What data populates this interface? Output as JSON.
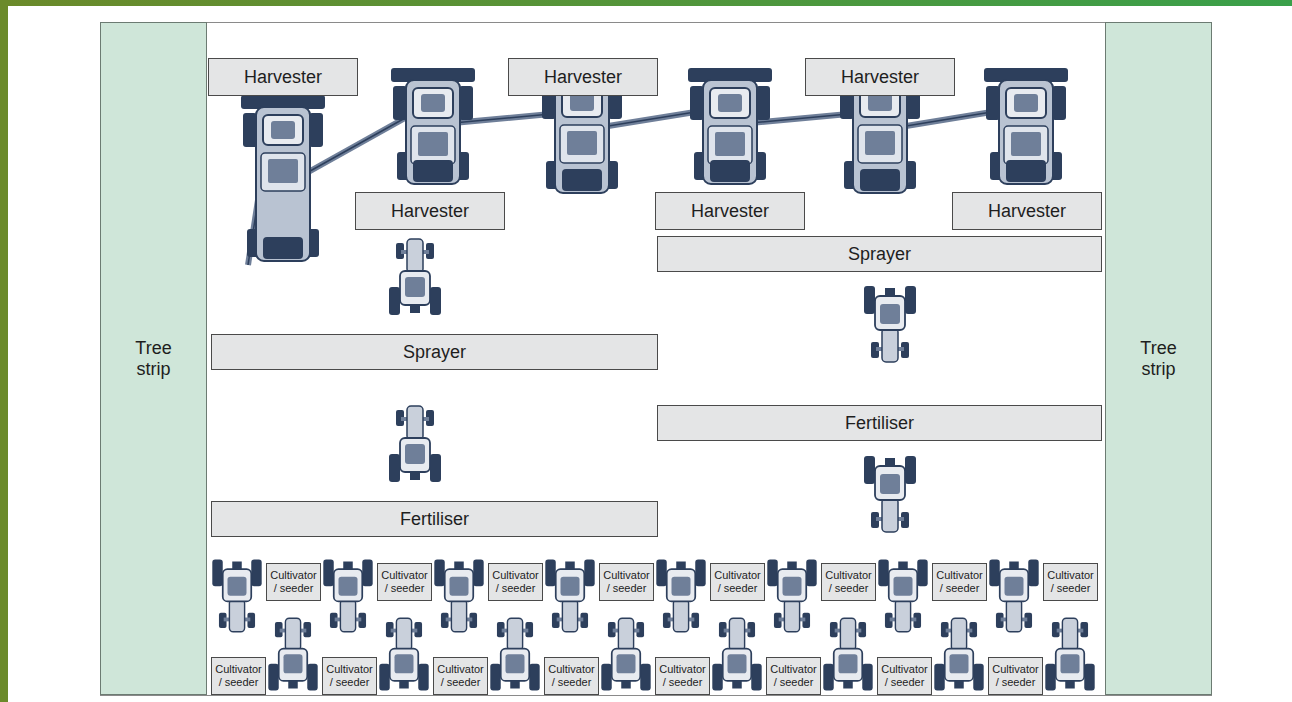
{
  "diagram": {
    "nodes": [
      {
        "text": [
          "Tree strip"
        ]
      },
      {
        "text": [
          "Tree strip"
        ]
      },
      {
        "text": [
          "Harvester"
        ]
      },
      {
        "text": [
          "Harvester"
        ]
      },
      {
        "text": [
          "Harvester"
        ]
      },
      {
        "text": [
          "Harvester"
        ]
      },
      {
        "text": [
          "Harvester"
        ]
      },
      {
        "text": [
          "Harvester"
        ]
      },
      {
        "text": [
          "Sprayer"
        ]
      },
      {
        "text": [
          "Sprayer"
        ]
      },
      {
        "text": [
          "Fertiliser"
        ]
      },
      {
        "text": [
          "Fertiliser"
        ]
      },
      {
        "text": [
          "Cultivator / seeder"
        ]
      },
      {
        "text": [
          "Cultivator / seeder"
        ]
      },
      {
        "text": [
          "Cultivator / seeder"
        ]
      },
      {
        "text": [
          "Cultivator / seeder"
        ]
      },
      {
        "text": [
          "Cultivator / seeder"
        ]
      },
      {
        "text": [
          "Cultivator / seeder"
        ]
      },
      {
        "text": [
          "Cultivator / seeder"
        ]
      },
      {
        "text": [
          "Cultivator / seeder"
        ]
      },
      {
        "text": [
          "Cultivator / seeder"
        ]
      },
      {
        "text": [
          "Cultivator / seeder"
        ]
      },
      {
        "text": [
          "Cultivator / seeder"
        ]
      },
      {
        "text": [
          "Cultivator / seeder"
        ]
      },
      {
        "text": [
          "Cultivator / seeder"
        ]
      },
      {
        "text": [
          "Cultivator / seeder"
        ]
      },
      {
        "text": [
          "Cultivator / seeder"
        ]
      },
      {
        "text": [
          "Cultivator / seeder"
        ]
      }
    ]
  }
}
